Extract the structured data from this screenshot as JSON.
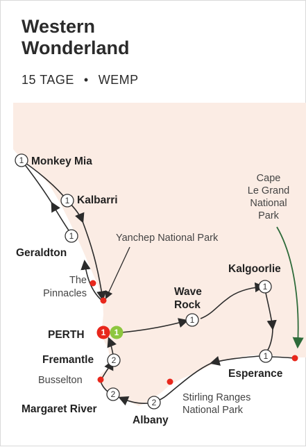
{
  "tour": {
    "title_line1": "Western",
    "title_line2": "Wonderland",
    "duration": "15 TAGE",
    "separator": "•",
    "code": "WEMP"
  },
  "map": {
    "places": {
      "monkey_mia": "Monkey Mia",
      "kalbarri": "Kalbarri",
      "geraldton": "Geraldton",
      "pinnacles_1": "The",
      "pinnacles_2": "Pinnacles",
      "yanchep": "Yanchep National Park",
      "perth": "PERTH",
      "fremantle": "Fremantle",
      "busselton": "Busselton",
      "margaret_river": "Margaret River",
      "albany": "Albany",
      "stirling_1": "Stirling Ranges",
      "stirling_2": "National Park",
      "esperance": "Esperance",
      "kalgoorlie": "Kalgoorlie",
      "wave_rock_1": "Wave",
      "wave_rock_2": "Rock",
      "cape_1": "Cape",
      "cape_2": "Le Grand",
      "cape_3": "National",
      "cape_4": "Park"
    },
    "nights": {
      "monkey_mia": "1",
      "kalbarri": "1",
      "geraldton": "1",
      "perth_start": "1",
      "perth_end": "1",
      "wave_rock": "1",
      "kalgoorlie": "1",
      "esperance": "1",
      "albany": "2",
      "margaret_river": "2",
      "fremantle": "2"
    },
    "colors": {
      "land": "#fbece4",
      "route": "#2b2b2b",
      "stop": "#e8271c",
      "start_badge": "#e8271c",
      "end_badge": "#8dc63f",
      "cape_arrow": "#2e6b3a"
    }
  }
}
